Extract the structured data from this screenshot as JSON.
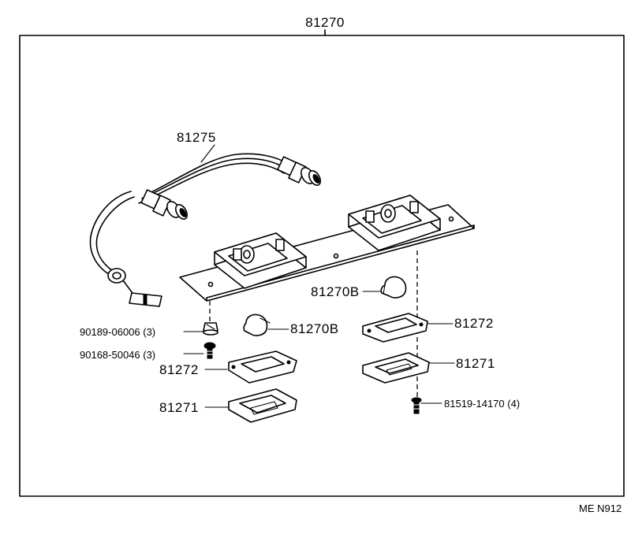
{
  "diagram": {
    "assembly_number": "81270",
    "wire_harness": "81275",
    "bulb_right": "81270B",
    "bulb_left": "81270B",
    "fastener_1": "90189-06006 (3)",
    "fastener_2": "90168-50046 (3)",
    "gasket_left": "81272",
    "lens_left": "81271",
    "gasket_right": "81272",
    "lens_right": "81271",
    "screw_right": "81519-14170 (4)",
    "page_code": "ME N912"
  }
}
